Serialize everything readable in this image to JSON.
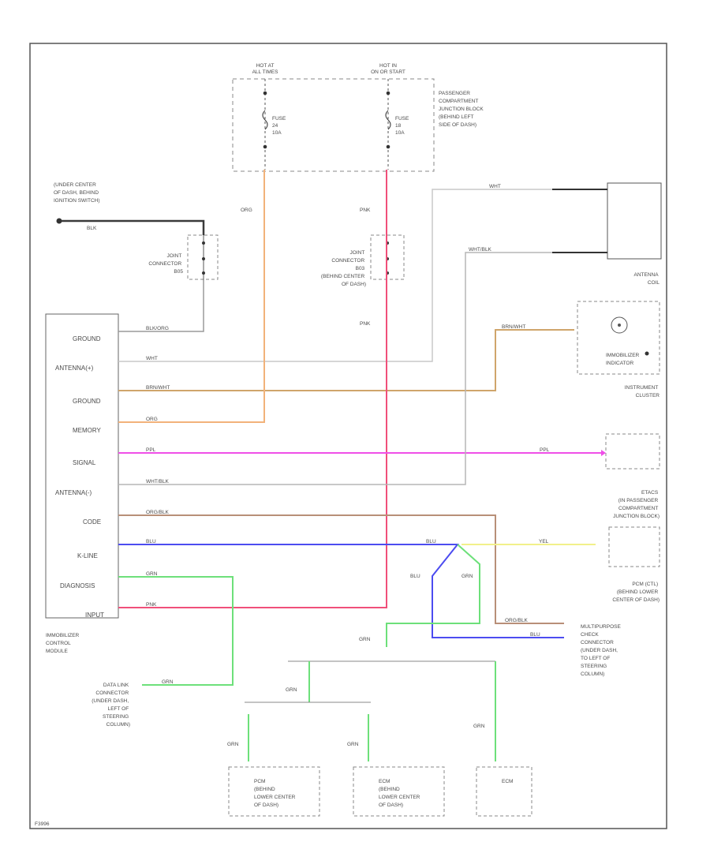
{
  "fuse_block": {
    "hot1": [
      "HOT AT",
      "ALL TIMES"
    ],
    "hot2": [
      "HOT IN",
      "ON OR START"
    ],
    "fuse1": [
      "FUSE",
      "24",
      "10A"
    ],
    "fuse2": [
      "FUSE",
      "18",
      "10A"
    ],
    "location": [
      "PASSENGER",
      "COMPARTMENT",
      "JUNCTION BLOCK",
      "(BEHIND LEFT",
      "SIDE OF DASH)"
    ]
  },
  "ground_note": [
    "(UNDER CENTER",
    "OF DASH, BEHIND",
    "IGNITION SWITCH)"
  ],
  "joint1": {
    "title": [
      "JOINT",
      "CONNECTOR",
      "B05"
    ]
  },
  "joint2": {
    "title": [
      "JOINT",
      "CONNECTOR",
      "B03",
      "(BEHIND CENTER",
      "OF DASH)"
    ]
  },
  "antenna": [
    "ANTENNA",
    "COIL"
  ],
  "indicator": [
    "IMMOBILIZER",
    "INDICATOR"
  ],
  "cluster": [
    "INSTRUMENT",
    "CLUSTER"
  ],
  "etacs": [
    "ETACS",
    "(IN PASSENGER",
    "COMPARTMENT",
    "JUNCTION BLOCK)"
  ],
  "pcm": [
    "PCM (CTL)",
    "(BEHIND LOWER",
    "CENTER OF DASH)"
  ],
  "check_conn": [
    "MULTIPURPOSE",
    "CHECK",
    "CONNECTOR",
    "(UNDER DASH,",
    "TO LEFT OF",
    "STEERING",
    "COLUMN)"
  ],
  "dlc": [
    "DATA LINK",
    "CONNECTOR",
    "(UNDER DASH,",
    "LEFT OF",
    "STEERING",
    "COLUMN)"
  ],
  "module": {
    "title": [
      "IMMOBILIZER",
      "CONTROL",
      "MODULE"
    ],
    "pins": [
      "GROUND",
      "ANTENNA(+)",
      "GROUND",
      "MEMORY",
      "SIGNAL",
      "ANTENNA(-)",
      "CODE",
      "K-LINE",
      "DIAGNOSIS",
      "INPUT"
    ]
  },
  "wires": {
    "blk": "BLK",
    "blkorg": "BLK/ORG",
    "wht": "WHT",
    "wht_blk": "WHT/BLK",
    "brnwht": "BRN/WHT",
    "org": "ORG",
    "ppl": "PPL",
    "orgblk": "ORG/BLK",
    "blu": "BLU",
    "grn": "GRN",
    "pnk": "PNK",
    "yel": "YEL"
  },
  "bottom_boxes": [
    [
      "PCM",
      "(BEHIND",
      "LOWER CENTER",
      "OF DASH)"
    ],
    [
      "ECM",
      "(BEHIND",
      "LOWER CENTER",
      "OF DASH)"
    ],
    [
      "ECM"
    ]
  ],
  "code": "F3996",
  "colors": {
    "orange": "#f2b27a",
    "pink": "#f0507a",
    "magenta": "#ef4fe8",
    "blue": "#4c4cf0",
    "green": "#6de07a",
    "yellow": "#f1f08a",
    "tan": "#cfa56b",
    "brown": "#b88f78",
    "gray": "#9a9a9a",
    "black": "#3a3a3a"
  }
}
